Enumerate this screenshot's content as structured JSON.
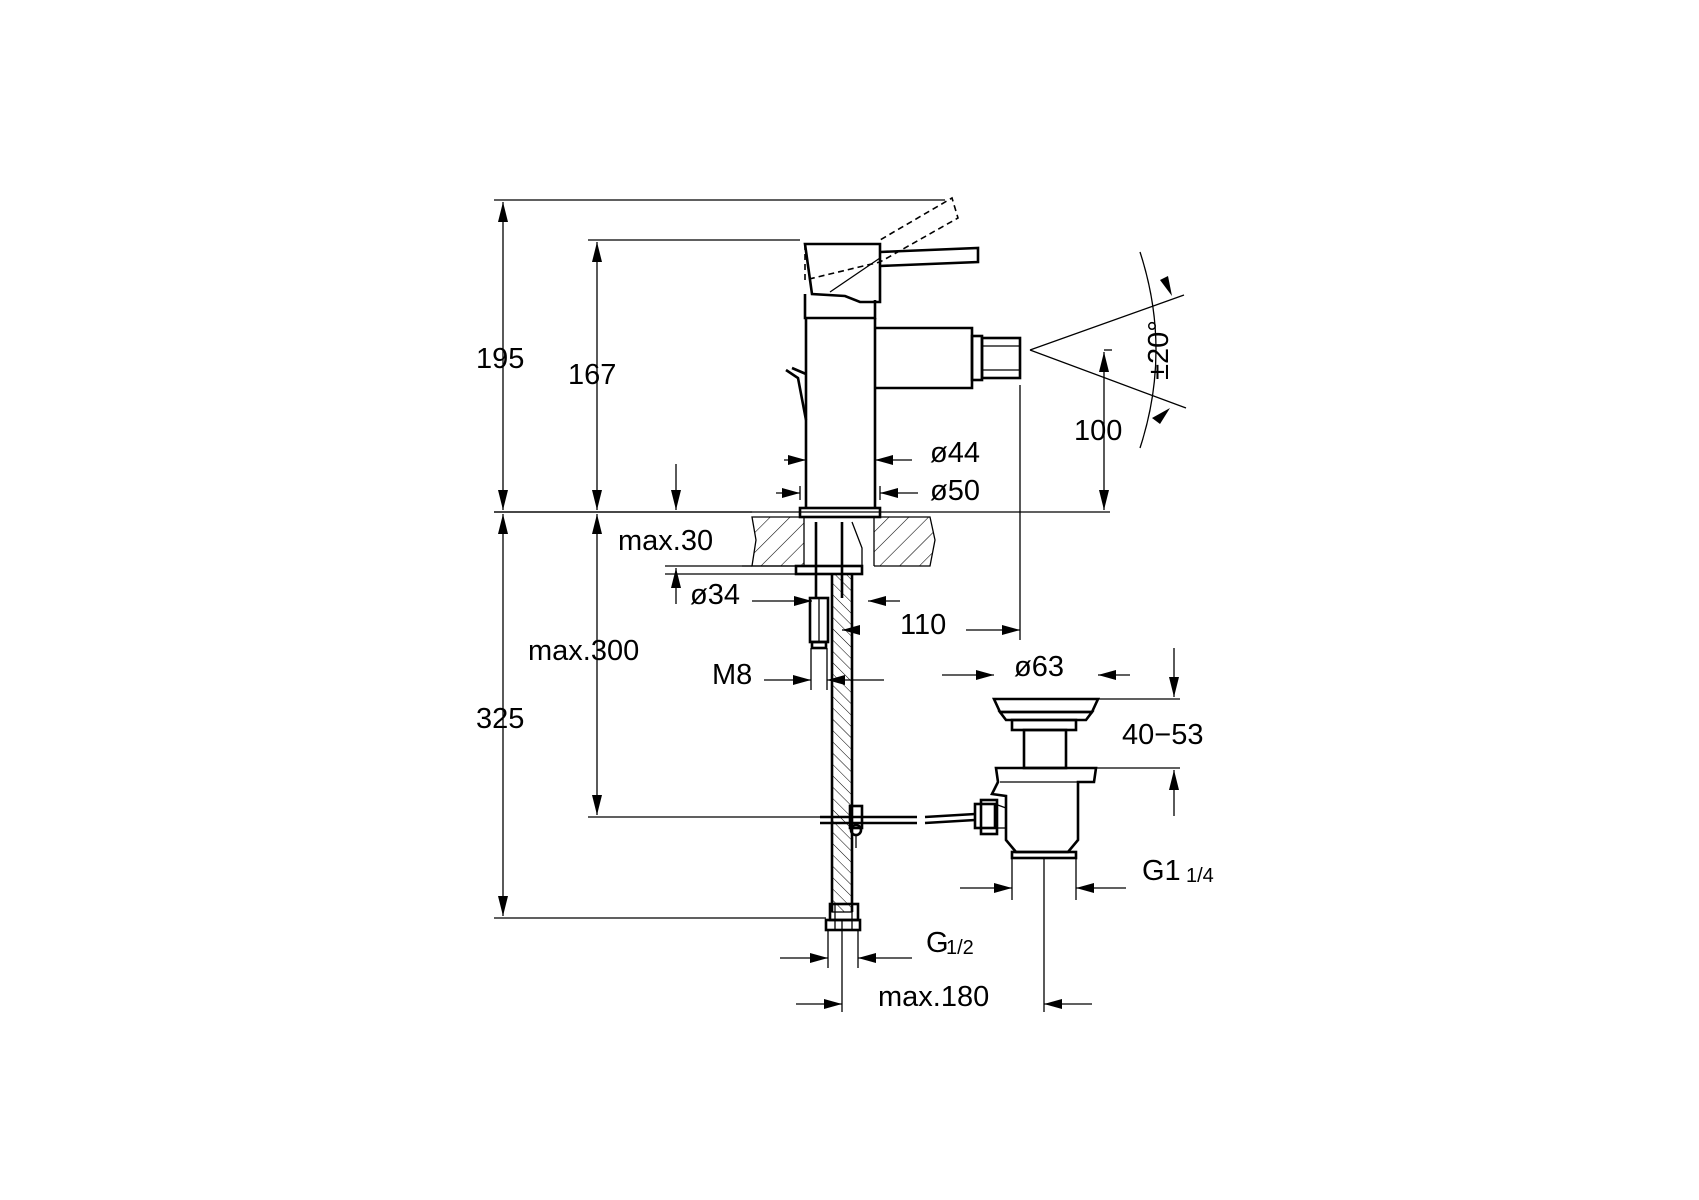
{
  "drawing": {
    "dims": {
      "total_height": "195",
      "spout_height": "167",
      "spray_angle": "±20°",
      "jet_height": "100",
      "body_dia": "ø44",
      "base_dia": "ø50",
      "deck_thickness": "max.30",
      "hole_dia": "ø34",
      "projection": "110",
      "stud_thread": "M8",
      "hose_length": "max.300",
      "below_deck": "325",
      "waste_dia": "ø63",
      "waste_range": "40−53",
      "waste_thread_main": "G1",
      "waste_thread_frac": "1/4",
      "inlet_thread_main": "G",
      "inlet_thread_frac": "1/2",
      "waste_offset": "max.180"
    }
  }
}
